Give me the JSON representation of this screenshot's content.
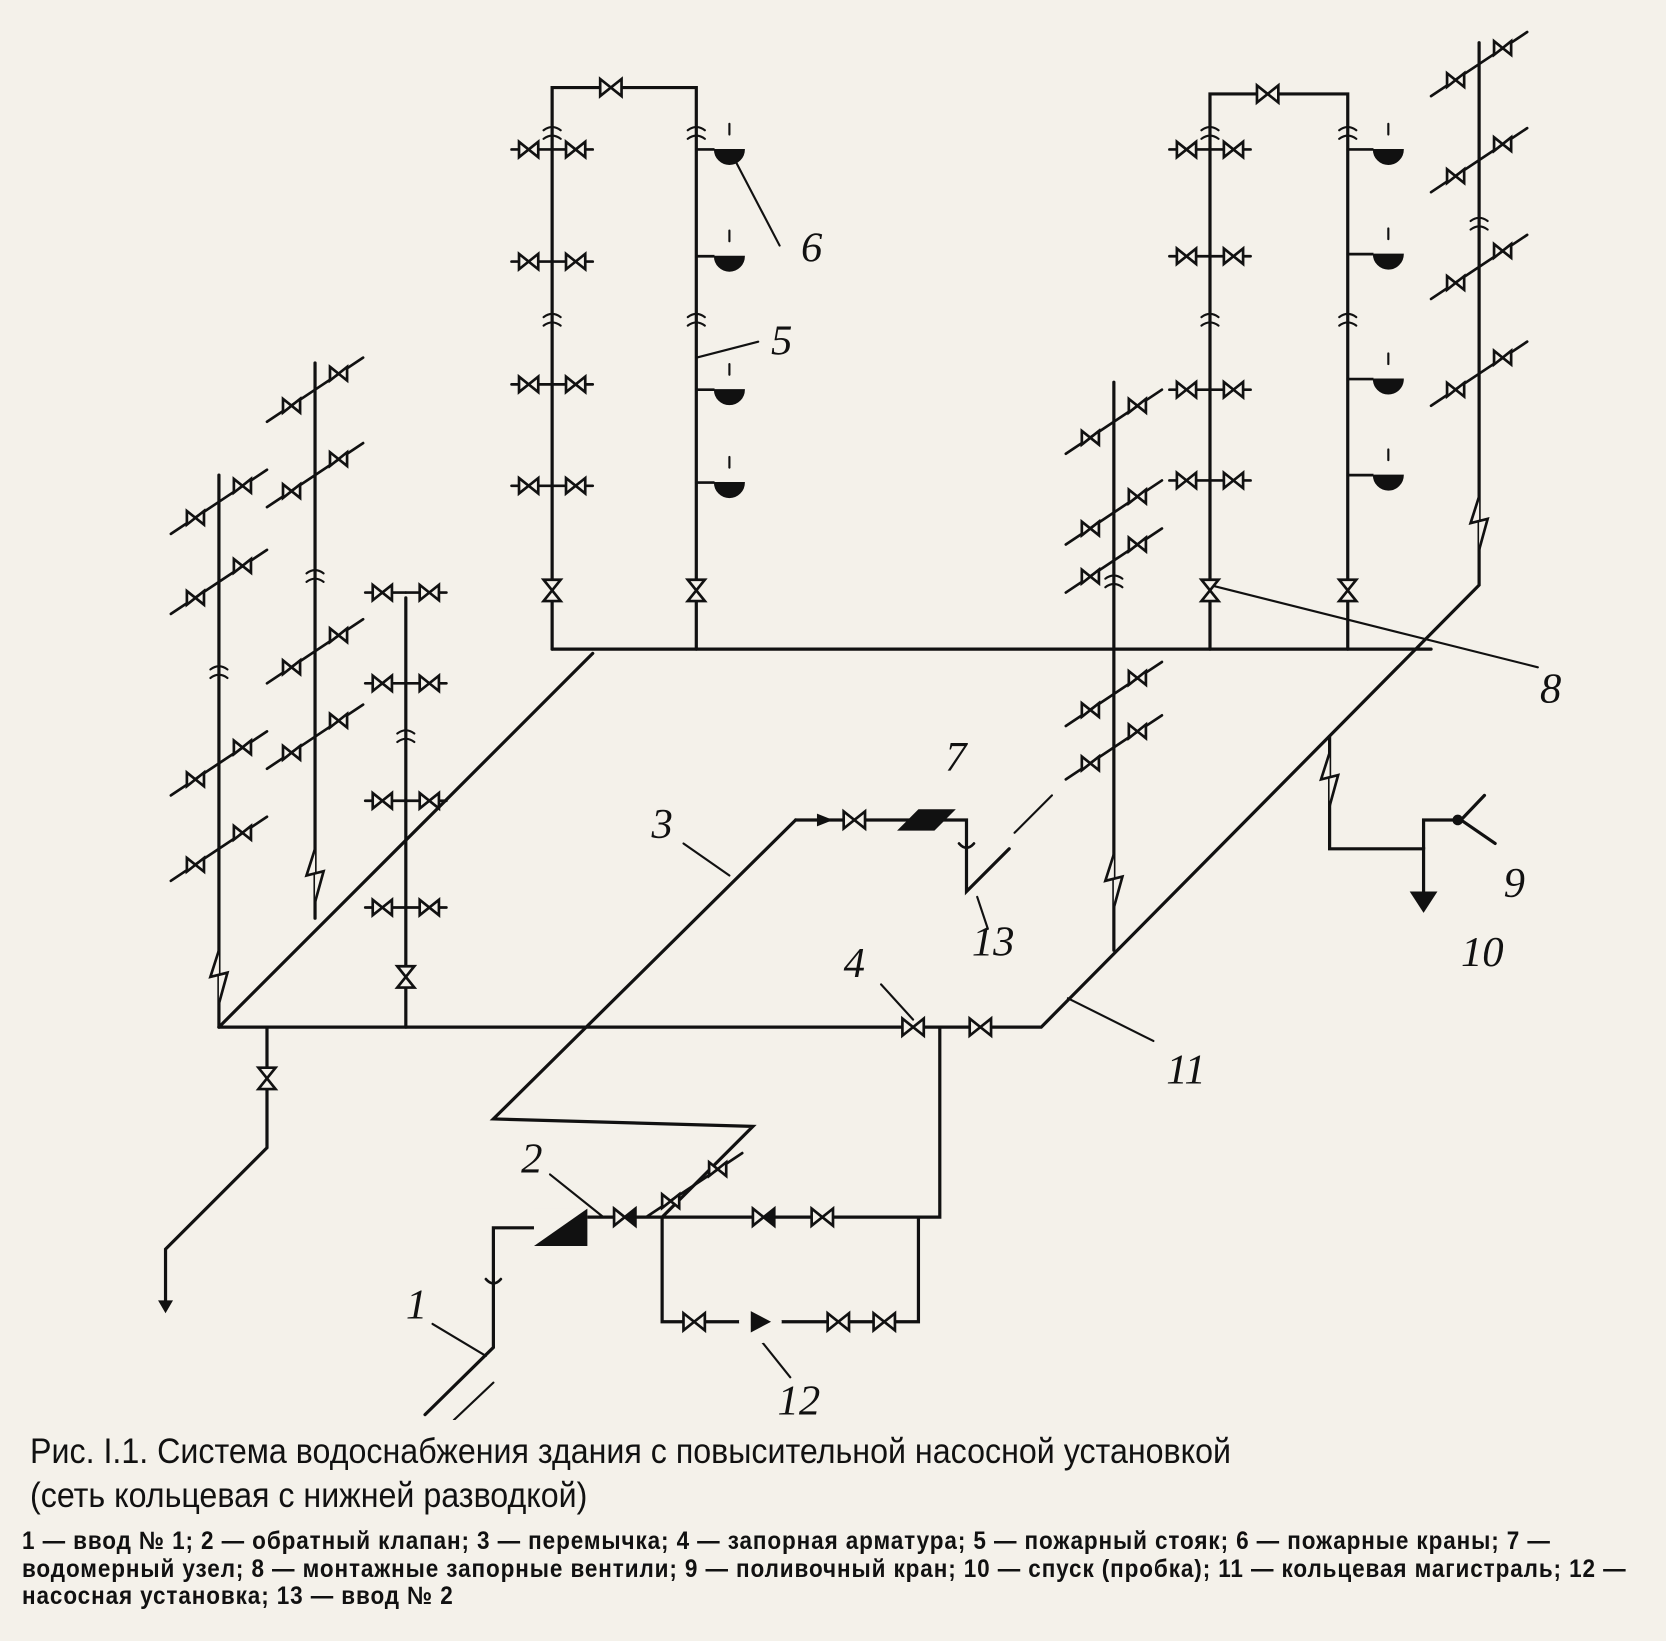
{
  "figure": {
    "caption_line1": "Рис. I.1. Система водоснабжения здания с повысительной насосной установкой",
    "caption_line2": "(сеть кольцевая с нижней разводкой)",
    "legend": "1 — ввод № 1; 2 — обратный клапан; 3 — перемычка; 4 — запорная арматура; 5 — пожарный стояк; 6 — пожарные краны; 7 — водомерный узел; 8 — монтажные запорные вентили; 9 — поливочный кран; 10 — спуск (пробка); 11 — кольцевая магистраль; 12 — насосная установка; 13 — ввод № 2"
  },
  "labels": {
    "l1": "1",
    "l2": "2",
    "l3": "3",
    "l4": "4",
    "l5": "5",
    "l6": "6",
    "l7": "7",
    "l8": "8",
    "l9": "9",
    "l10": "10",
    "l11": "11",
    "l12": "12",
    "l13": "13"
  }
}
